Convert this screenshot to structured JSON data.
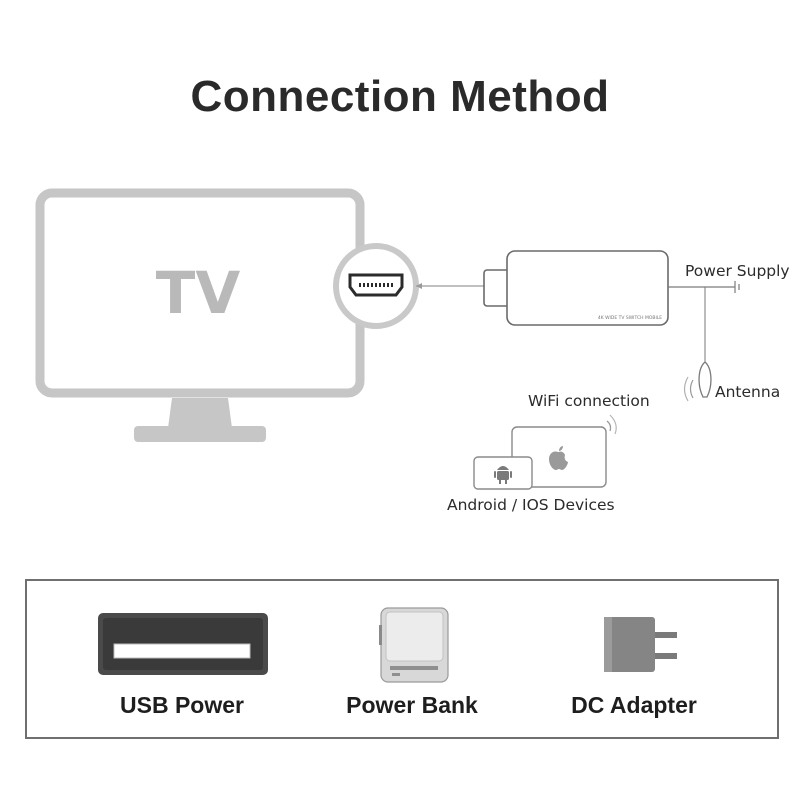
{
  "title": "Connection Method",
  "tv_label": "TV",
  "dongle_print": "4K WIDE TV SWITCH MOBILE",
  "labels": {
    "power_supply": "Power Supply",
    "antenna": "Antenna",
    "wifi": "WiFi connection",
    "devices": "Android / IOS Devices"
  },
  "power_options": [
    {
      "label": "USB Power",
      "icon": "usb-port-icon"
    },
    {
      "label": "Power Bank",
      "icon": "power-bank-icon"
    },
    {
      "label": "DC Adapter",
      "icon": "dc-adapter-icon"
    }
  ],
  "colors": {
    "tv_frame": "#c4c4c4",
    "outline": "#8a8a8a",
    "text": "#2b2b2b"
  }
}
